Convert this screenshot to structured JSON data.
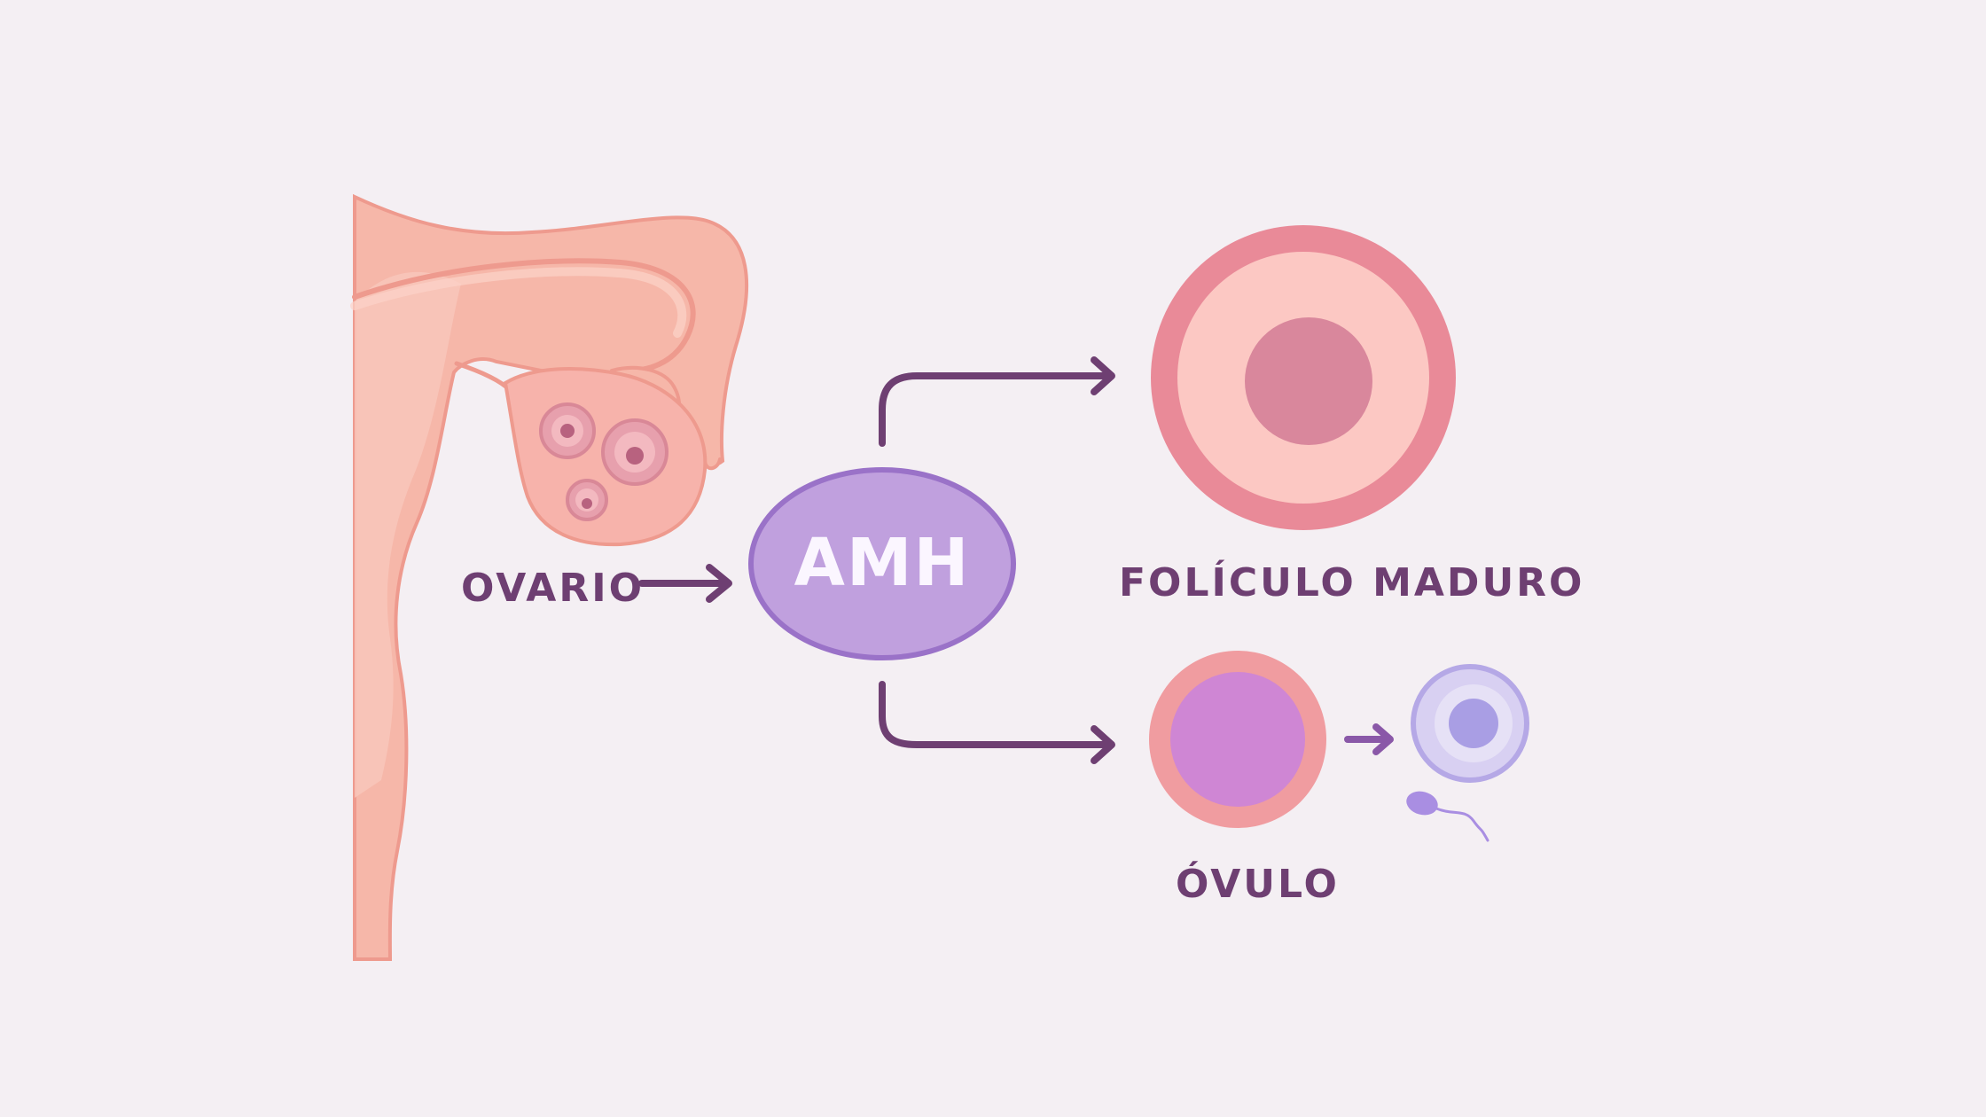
{
  "labels": {
    "ovario": "OVARIO",
    "hormone": "AMH",
    "mature_follicle": "FOLÍCULO MADURO",
    "ovum": "ÓVULO"
  },
  "colors": {
    "background": "#f4eff3",
    "uterus_fill": "#f6b7a9",
    "uterus_outline": "#ee9a8e",
    "follicle_outer": "#e98a98",
    "follicle_inner": "#fcc8c3",
    "follicle_nucleus": "#d9879c",
    "amh_fill": "#c0a0de",
    "amh_outline": "#9a72c8",
    "arrow": "#6e3f72",
    "ovum_core": "#cf86d4",
    "fertilized_cell": "#b5a8e6",
    "sperm": "#a98ee2"
  },
  "icons": [
    "uterus-ovary-illustration",
    "mature-follicle-icon",
    "ovum-icon",
    "fertilized-cell-icon",
    "sperm-icon"
  ]
}
